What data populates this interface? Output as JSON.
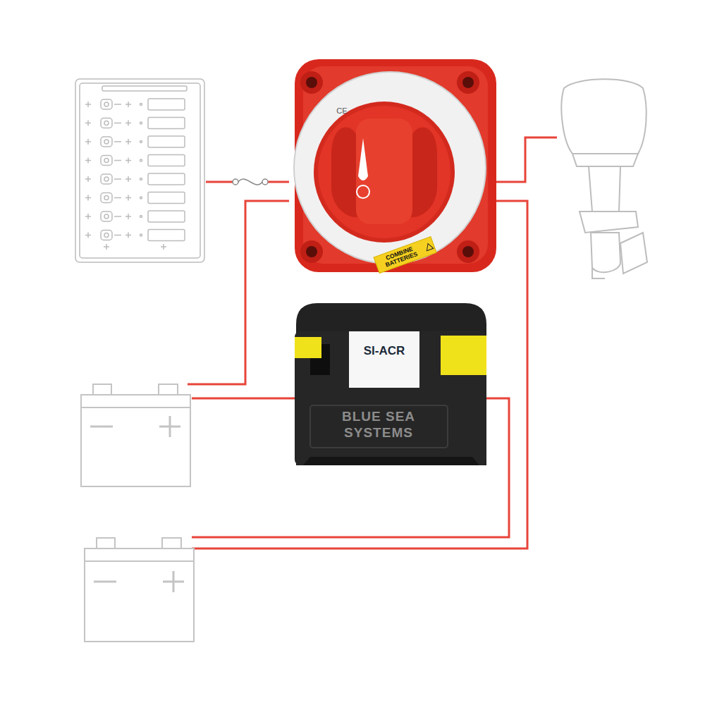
{
  "diagram": {
    "nodes": [
      {
        "text": [
          "SI-ACR",
          "BLUE SEA SYSTEMS"
        ]
      }
    ],
    "labels": [
      "CE",
      "COMBINE BATTERIES"
    ]
  }
}
